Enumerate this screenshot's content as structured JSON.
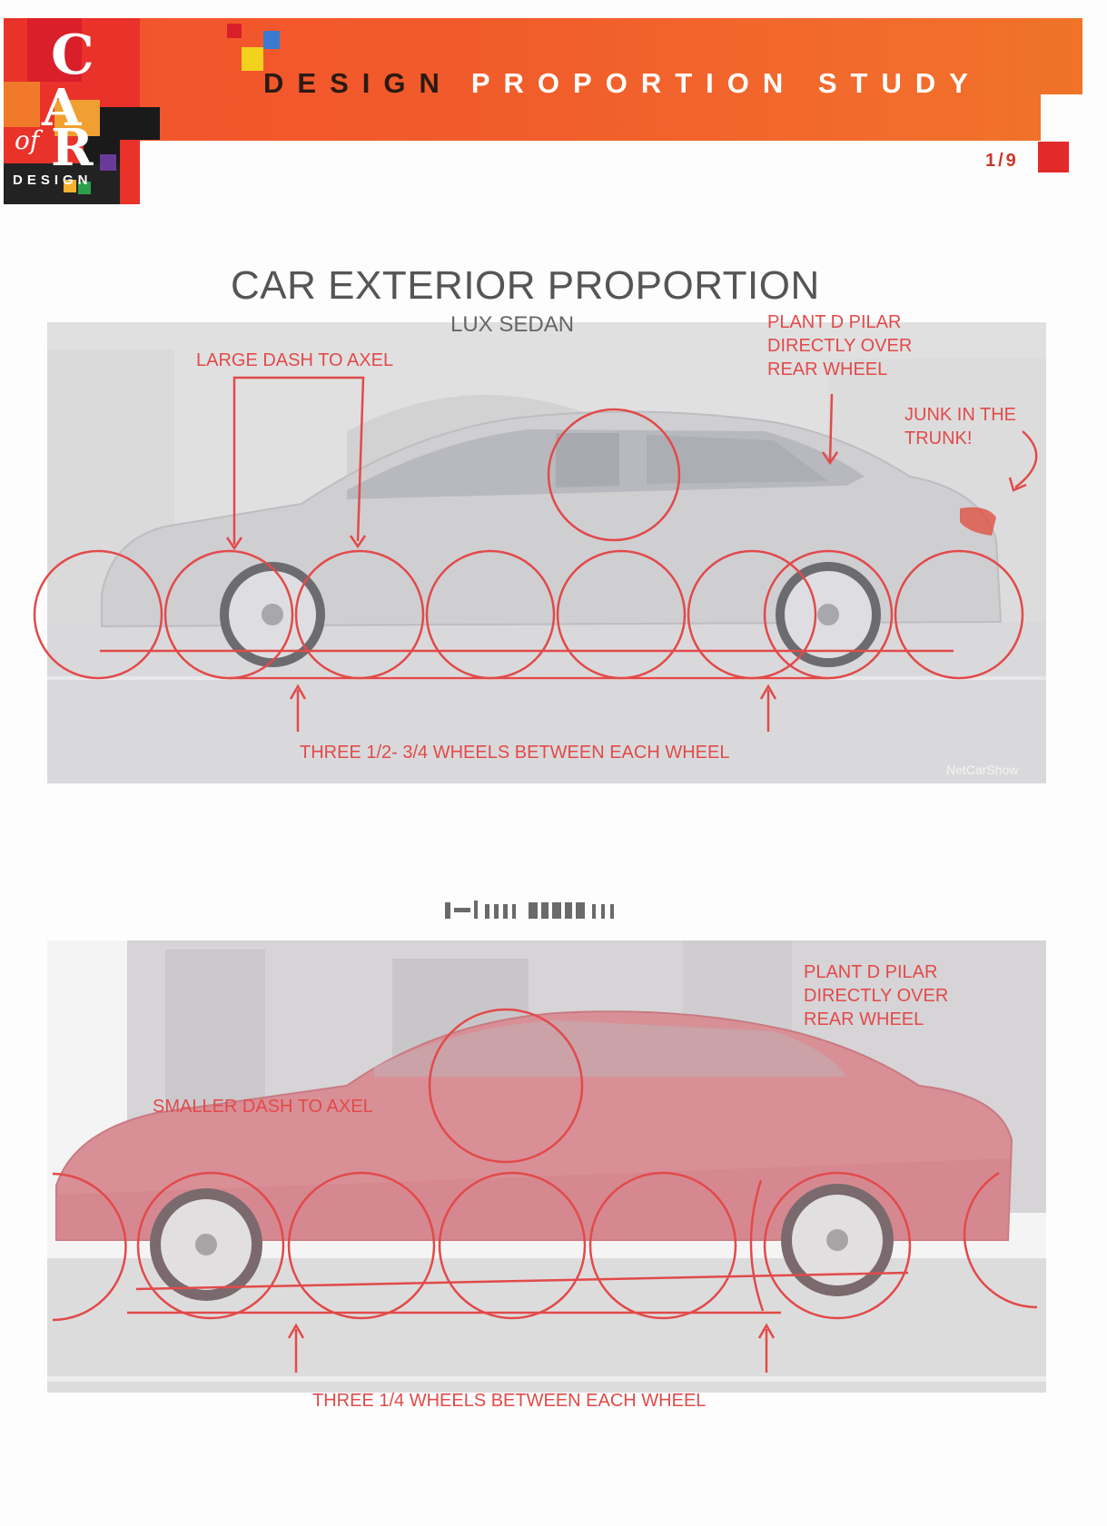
{
  "header": {
    "title_word1": "DESIGN",
    "title_word2": "PROPORTION STUDY",
    "page_number": "1/9"
  },
  "logo": {
    "letter_1": "C",
    "letter_2": "A",
    "letter_3": "R",
    "script": "of",
    "bottom_word": "DESIGN"
  },
  "page": {
    "title": "CAR EXTERIOR PROPORTION"
  },
  "section_1": {
    "subtitle": "LUX SEDAN",
    "notes": {
      "dash": "LARGE DASH TO AXEL",
      "d_pillar": [
        "PLANT D PILAR",
        "DIRECTLY OVER",
        "REAR WHEEL"
      ],
      "trunk": [
        "JUNK IN THE",
        "TRUNK!"
      ],
      "wheelbase": "THREE 1/2- 3/4 WHEELS BETWEEN EACH WHEEL"
    },
    "watermark": "NetCarShow"
  },
  "section_2": {
    "notes": {
      "dash": "SMALLER DASH TO AXEL",
      "d_pillar": [
        "PLANT D PILAR",
        "DIRECTLY OVER",
        "REAR WHEEL"
      ],
      "wheelbase": "THREE 1/4 WHEELS BETWEEN EACH WHEEL"
    }
  },
  "colors": {
    "accent_orange": "#f15c2b",
    "annotation_red": "#e24a4a",
    "marker_red": "#e22a2a"
  }
}
